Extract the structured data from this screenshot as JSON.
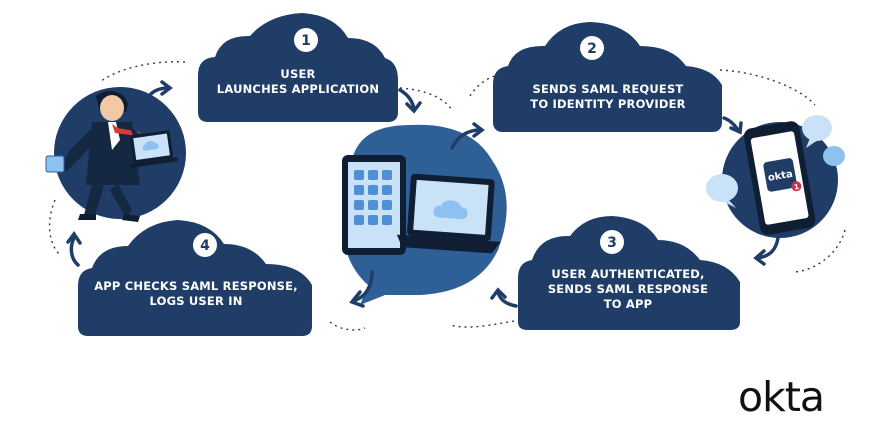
{
  "steps": [
    {
      "number": "1",
      "line1": "USER",
      "line2": "LAUNCHES APPLICATION",
      "line3": ""
    },
    {
      "number": "2",
      "line1": "SENDS SAML REQUEST",
      "line2": "TO IDENTITY PROVIDER",
      "line3": ""
    },
    {
      "number": "3",
      "line1": "USER AUTHENTICATED,",
      "line2": "SENDS SAML RESPONSE",
      "line3": "TO APP"
    },
    {
      "number": "4",
      "line1": "APP CHECKS SAML RESPONSE,",
      "line2": "LOGS USER IN",
      "line3": ""
    }
  ],
  "phone_app_label": "okta",
  "phone_badge": "1",
  "brand_logo": "okta",
  "colors": {
    "cloud_dark": "#1f3d66",
    "accent_blue": "#2f5f97",
    "light_blue": "#8fc1f0",
    "screen_blue": "#c9e2f8",
    "badge_red": "#c8334a"
  }
}
